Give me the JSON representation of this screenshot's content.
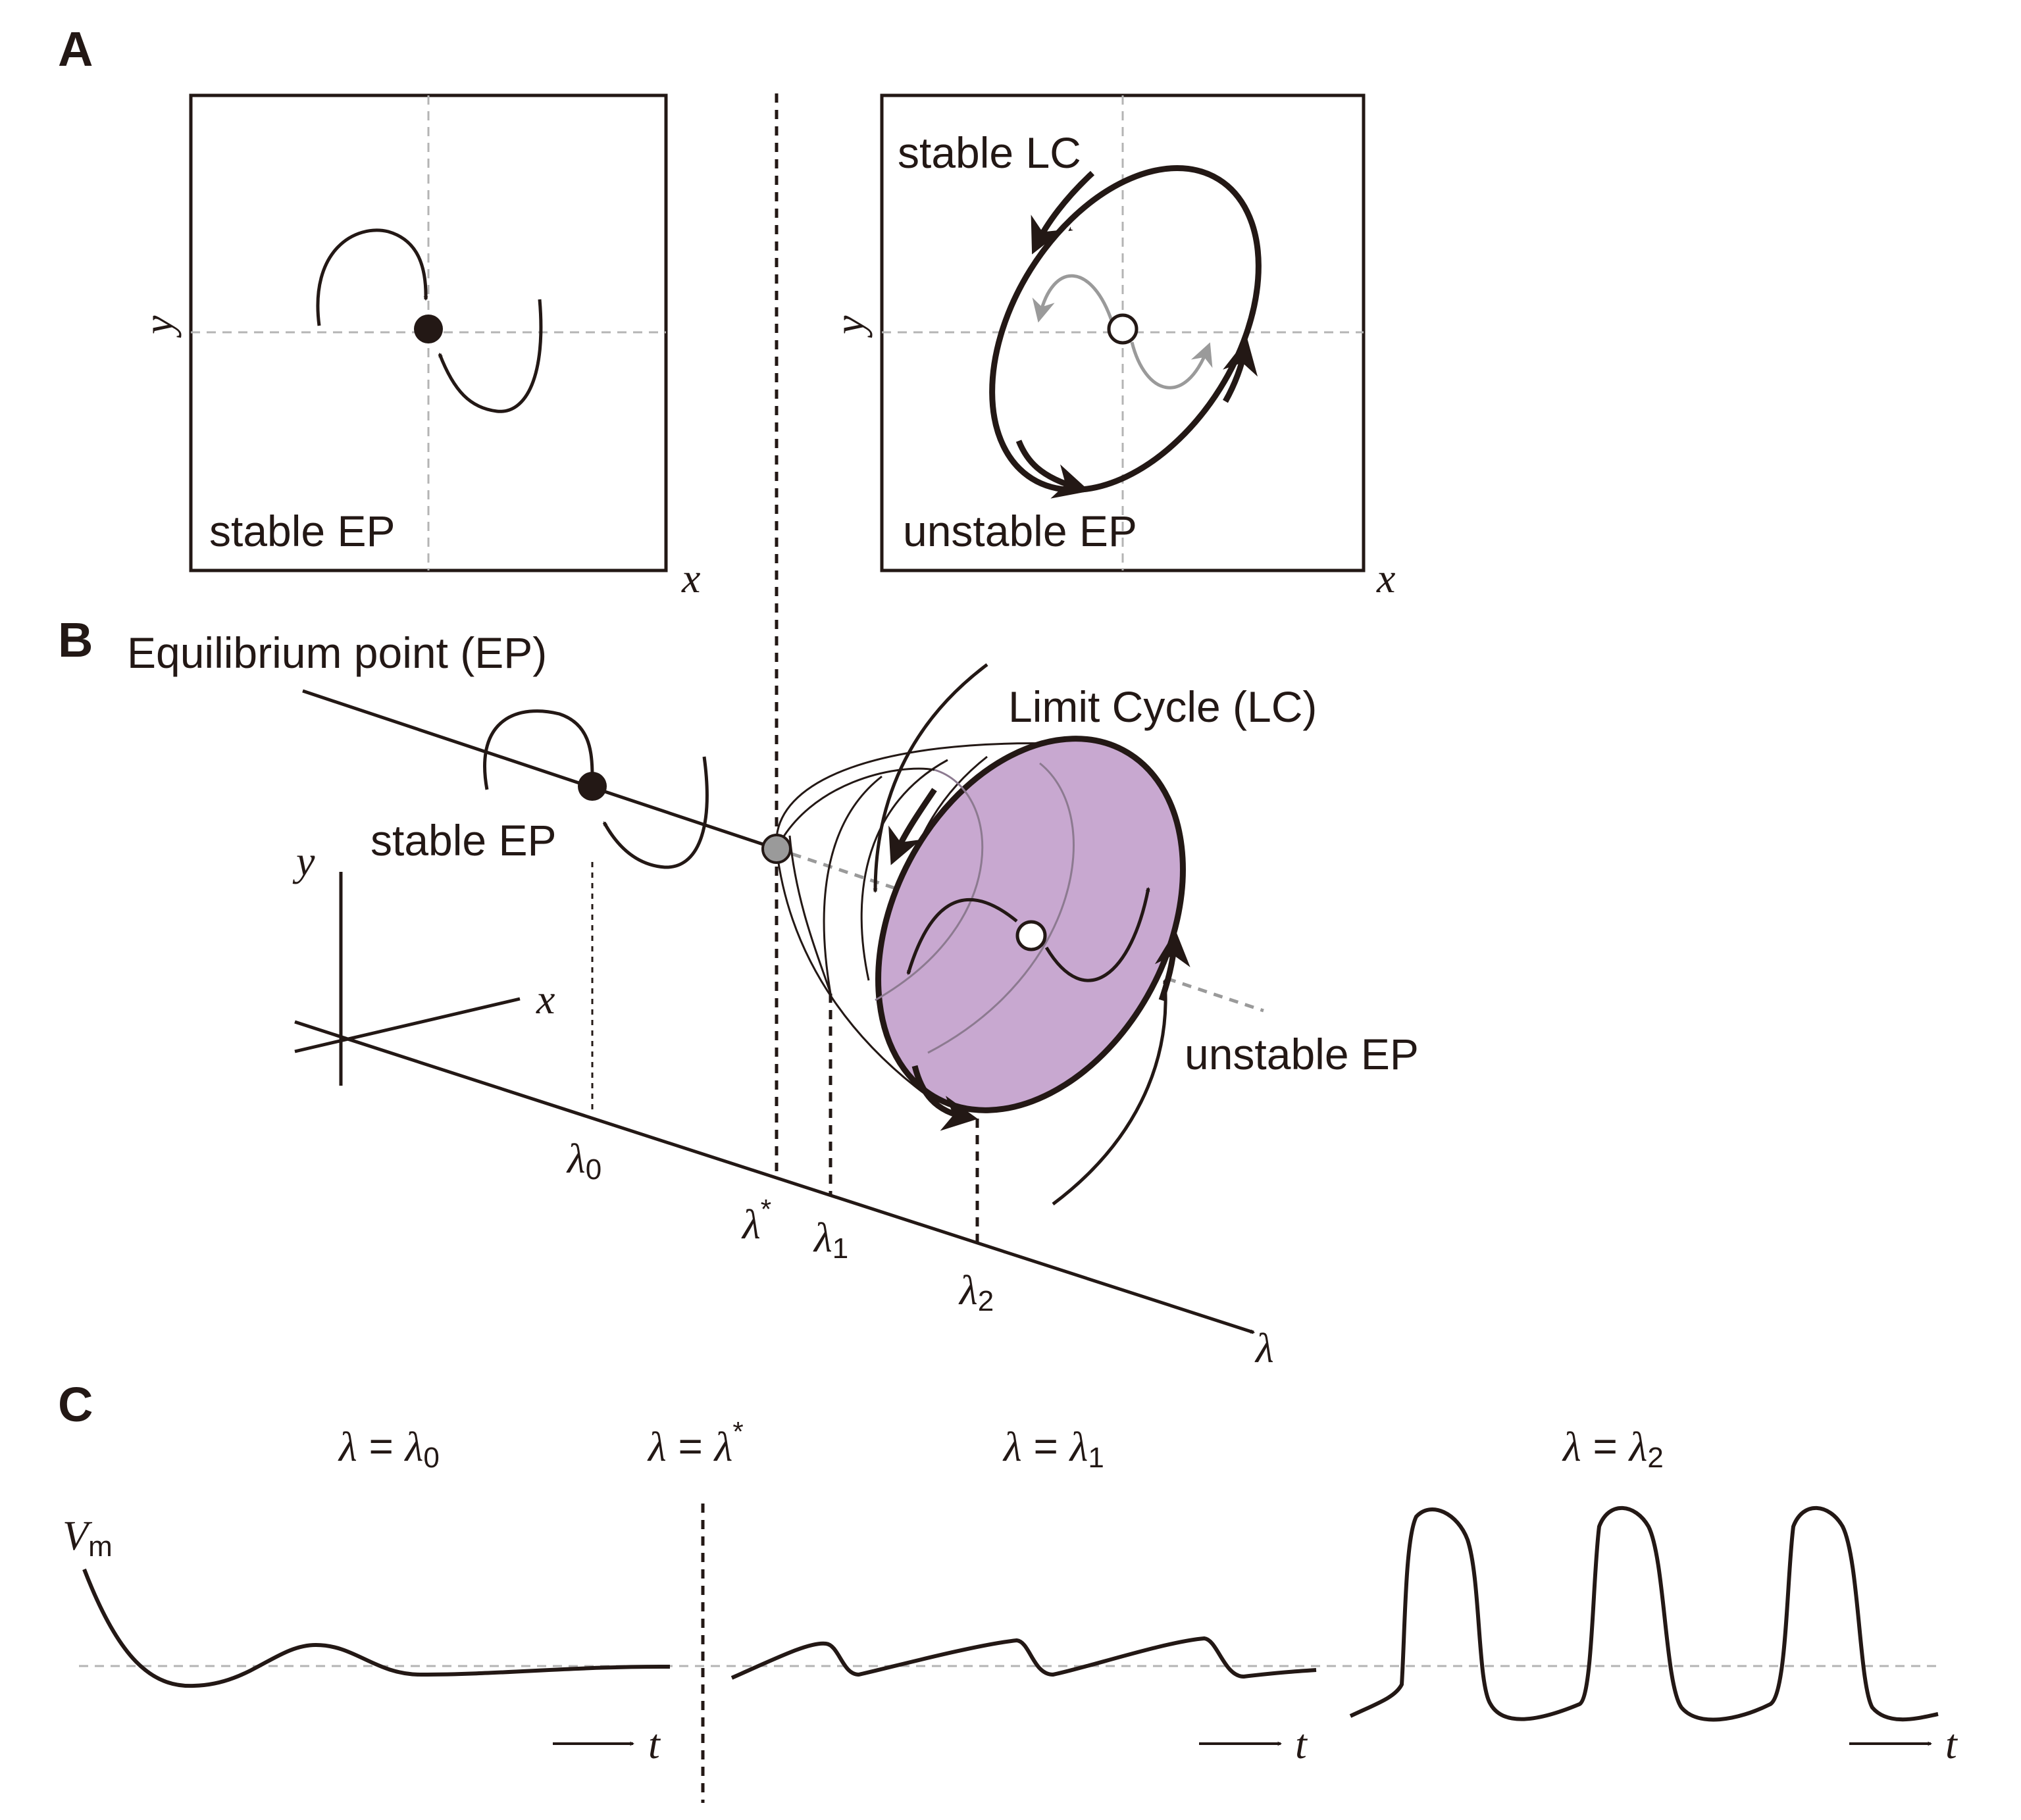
{
  "panels": {
    "a": "A",
    "b": "B",
    "c": "C"
  },
  "panel_a": {
    "left_box": {
      "xlabel": "x",
      "ylabel": "y",
      "caption": "stable EP"
    },
    "right_box": {
      "xlabel": "x",
      "ylabel": "y",
      "top_caption": "stable LC",
      "bottom_caption": "unstable EP"
    }
  },
  "panel_b": {
    "equilibrium_label": "Equilibrium point (EP)",
    "limit_cycle_label": "Limit Cycle (LC)",
    "stable_ep_label": "stable EP",
    "unstable_ep_label": "unstable EP",
    "axis_x": "x",
    "axis_y": "y",
    "axis_lambda": "λ",
    "ticks": [
      {
        "sym": "λ",
        "sub": "0",
        "sup": ""
      },
      {
        "sym": "λ",
        "sub": "",
        "sup": "*"
      },
      {
        "sym": "λ",
        "sub": "1",
        "sup": ""
      },
      {
        "sym": "λ",
        "sub": "2",
        "sup": ""
      }
    ],
    "colors": {
      "lc_fill": "#c8a8d0",
      "line": "#231815",
      "grey": "#9a9a9a"
    }
  },
  "panel_c": {
    "ylabel": "V",
    "ylabel_sub": "m",
    "time_label": "t",
    "conditions": [
      {
        "lhs": "λ",
        "rhs": "λ",
        "sub": "0",
        "sup": ""
      },
      {
        "lhs": "λ",
        "rhs": "λ",
        "sub": "",
        "sup": "*"
      },
      {
        "lhs": "λ",
        "rhs": "λ",
        "sub": "1",
        "sup": ""
      },
      {
        "lhs": "λ",
        "rhs": "λ",
        "sub": "2",
        "sup": ""
      }
    ]
  }
}
